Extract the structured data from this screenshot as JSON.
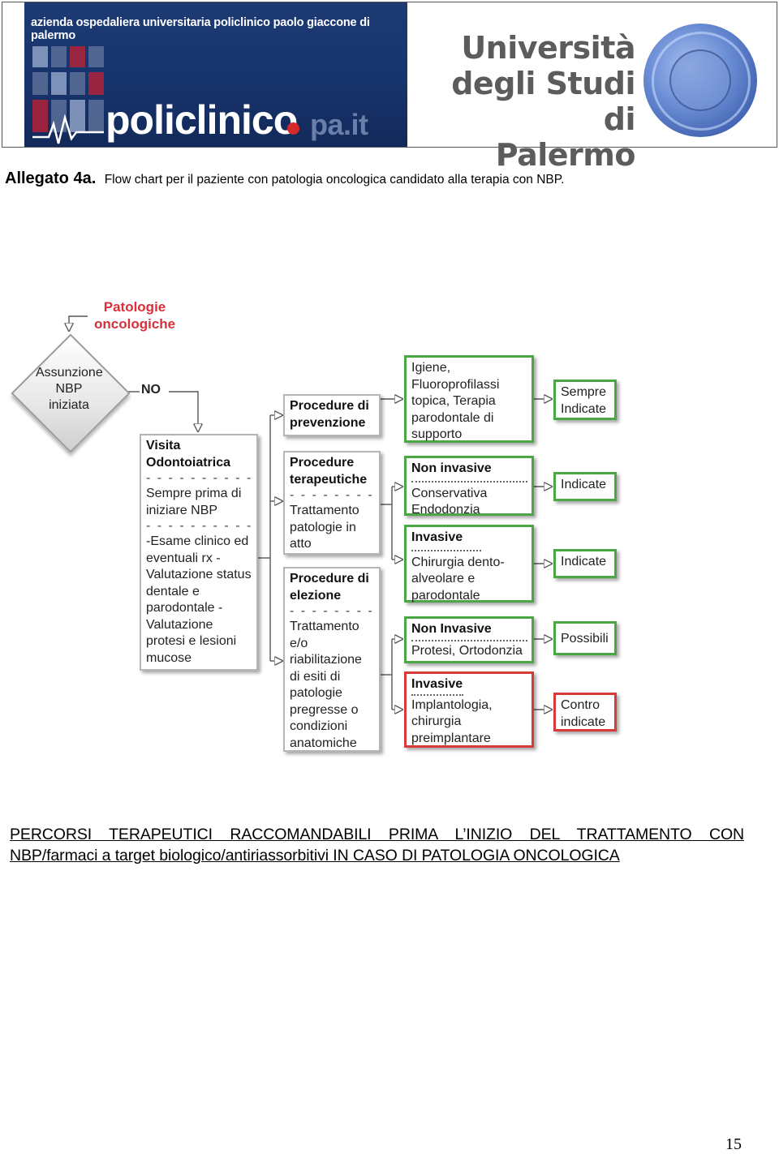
{
  "header": {
    "azienda": "azienda ospedaliera universitaria policlinico paolo giaccone di palermo",
    "policlinico": "policlinico",
    "pa_it": "pa.it",
    "universita_lines": [
      "Università",
      "degli Studi di",
      "Palermo"
    ]
  },
  "caption": {
    "label": "Allegato 4a.",
    "text": "Flow chart per il paziente con patologia oncologica candidato alla terapia con NBP."
  },
  "flowchart": {
    "start_label": "Patologie oncologiche",
    "decision": "Assunzione NBP iniziata",
    "no_label": "NO",
    "visita": {
      "title": "Visita Odontoiatrica",
      "sep": "- - - - - - - - - - -",
      "line1": "Sempre prima di iniziare NBP",
      "line2": "-Esame clinico ed eventuali rx -Valutazione status dentale e parodontale -Valutazione protesi e lesioni mucose"
    },
    "prevenzione": {
      "title": "Procedure di prevenzione"
    },
    "terapeutiche": {
      "title": "Procedure terapeutiche",
      "sep": "- - - - - - - - -",
      "body": "Trattamento patologie in atto"
    },
    "elezione": {
      "title": "Procedure di elezione",
      "sep": "- - - - - - - - -",
      "body": "Trattamento e/o riabilitazione di esiti di patologie pregresse o condizioni anatomiche"
    },
    "igiene": {
      "body": "Igiene, Fluoroprofilassi topica, Terapia parodontale di supporto"
    },
    "non_invasive_1": {
      "title": "Non invasive",
      "body": "Conservativa Endodonzia"
    },
    "invasive_1": {
      "title": "Invasive",
      "body": "Chirurgia dento-alveolare e parodontale"
    },
    "non_invasive_2": {
      "title": "Non Invasive",
      "body": "Protesi, Ortodonzia"
    },
    "invasive_2": {
      "title": "Invasive",
      "body": "Implantologia, chirurgia preimplantare"
    },
    "outcomes": {
      "sempre": "Sempre Indicate",
      "indicate_1": "Indicate",
      "indicate_2": "Indicate",
      "possibili": "Possibili",
      "contro": "Contro indicate"
    }
  },
  "percorsi_title": "PERCORSI TERAPEUTICI RACCOMANDABILI PRIMA L’INIZIO DEL TRATTAMENTO CON NBP/farmaci a target biologico/antiriassorbitivi IN CASO DI PATOLOGIA ONCOLOGICA",
  "page_number": "15",
  "colors": {
    "green_border": "#4aa844",
    "red_border": "#d83a3a",
    "navy_header": "#1d3a72",
    "red_text": "#d9303a"
  }
}
